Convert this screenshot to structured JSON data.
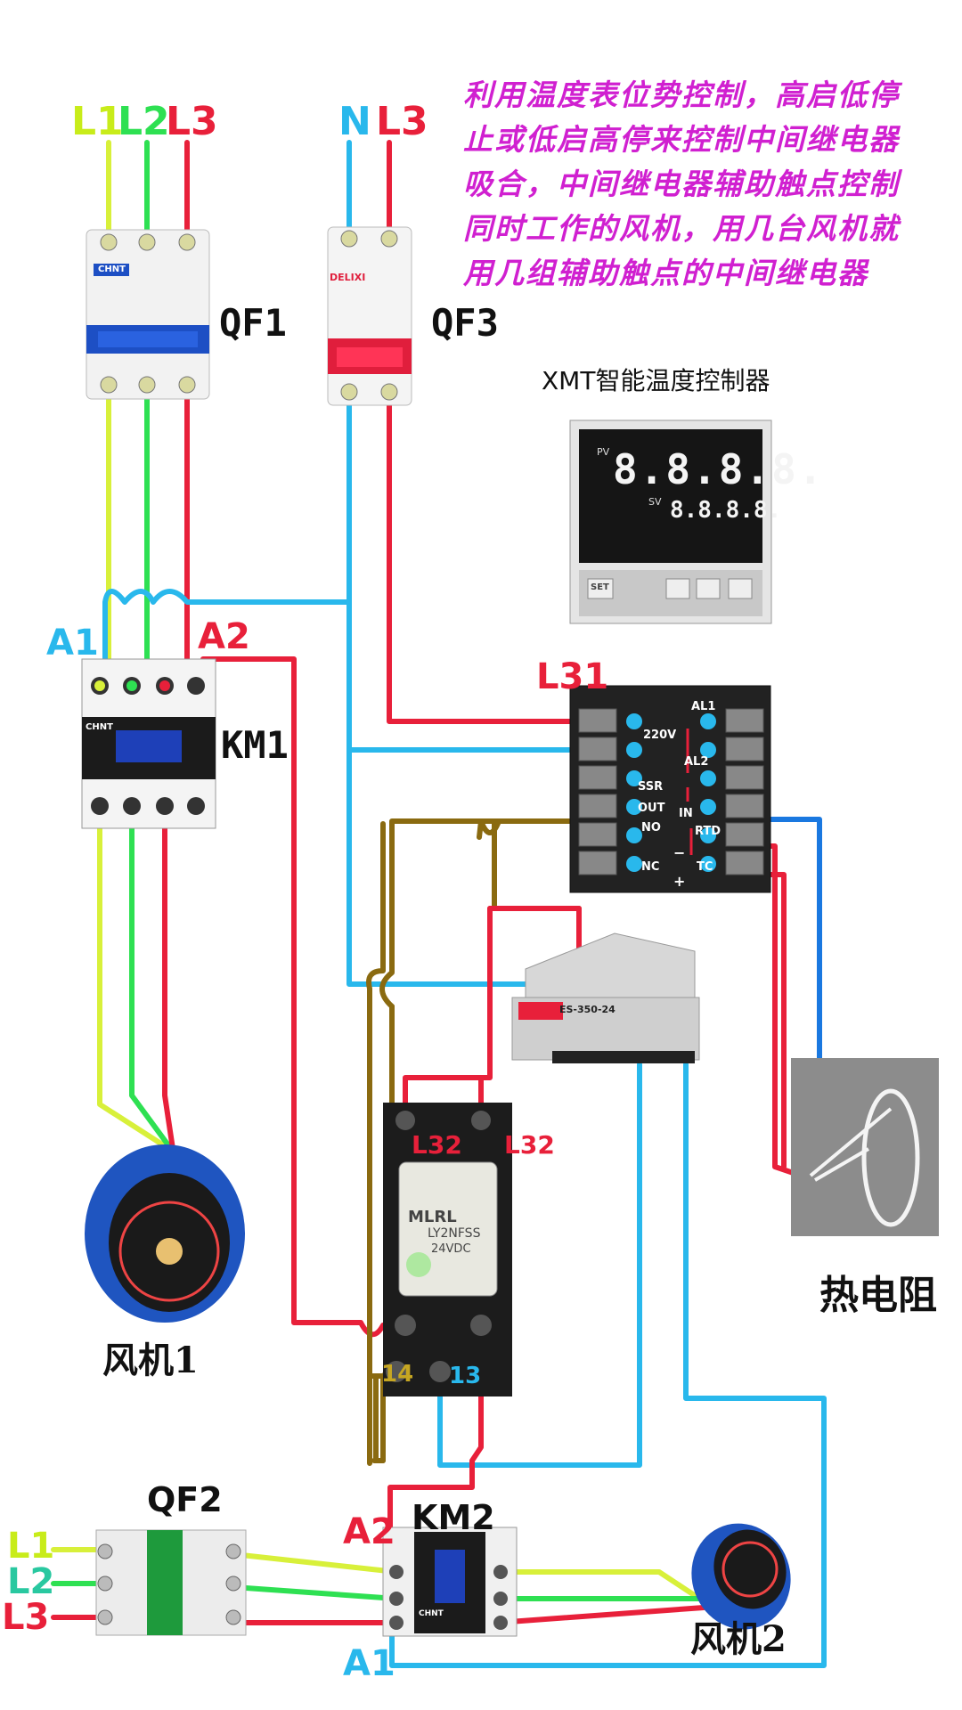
{
  "note": {
    "lines": [
      "利用温度表位势控制，高启低停",
      "止或低启高停来控制中间继电器",
      "吸合，中间继电器辅助触点控制",
      "同时工作的风机，用几台风机就",
      "用几组辅助触点的中间继电器"
    ]
  },
  "qf1": {
    "name": "QF1",
    "brand": "CHNT",
    "phase_labels": [
      "L1",
      "L2",
      "L3"
    ]
  },
  "qf3": {
    "name": "QF3",
    "brand": "DELIXI",
    "phase_labels": [
      "N",
      "L3"
    ]
  },
  "controller": {
    "title": "XMT智能温度控制器",
    "pv_label": "PV",
    "sv_label": "SV",
    "pv_display": "8.8.8.8.",
    "sv_display": "8.8.8.8.",
    "set_button": "SET"
  },
  "km1": {
    "name": "KM1",
    "brand": "CHNT",
    "a1": "A1",
    "a2": "A2"
  },
  "terminal_block": {
    "l31": "L31",
    "labels": [
      "220V",
      "AL1",
      "AL2",
      "SSR",
      "OUT",
      "NO",
      "NC",
      "IN",
      "RTD",
      "TC",
      "~",
      "+",
      "−"
    ]
  },
  "psu": {
    "model": "ES-350-24"
  },
  "relay": {
    "brand": "MLRL",
    "model": "LY2NFSS",
    "voltage": "24VDC",
    "l32_left": "L32",
    "l32_right": "L32",
    "t14": "14",
    "t13": "13"
  },
  "rtd": {
    "caption": "热电阻"
  },
  "fan1": {
    "caption": "风机1"
  },
  "fan2": {
    "caption": "风机2"
  },
  "qf2": {
    "name": "QF2",
    "phase_labels": [
      "L1",
      "L2",
      "L3"
    ]
  },
  "km2": {
    "name": "KM2",
    "a1": "A1",
    "a2": "A2",
    "brand": "CHNT"
  },
  "colors": {
    "yellow": "#d8f03a",
    "green": "#2ee052",
    "red": "#e8203a",
    "blue": "#29b8ec",
    "brown": "#8a6a10",
    "purple": "#d020d0",
    "note": "#d020d0"
  }
}
